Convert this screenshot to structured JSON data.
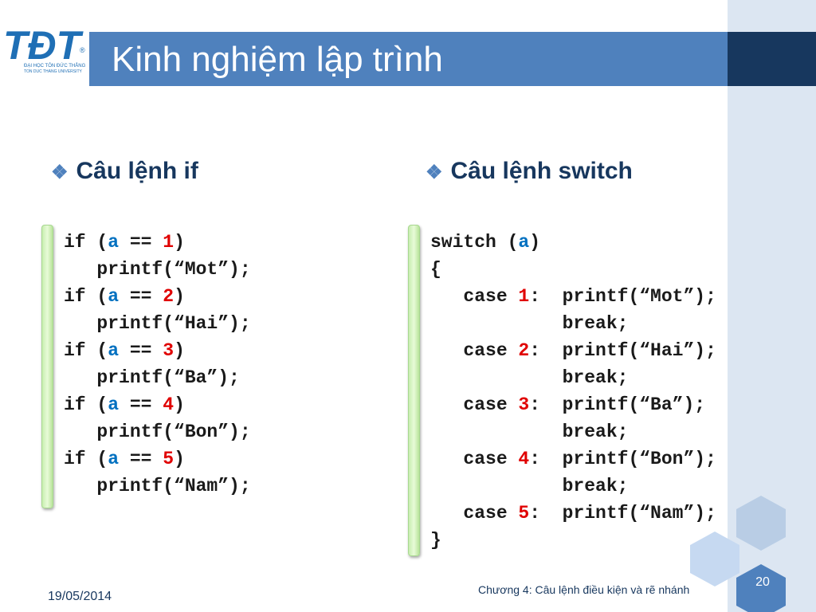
{
  "slide": {
    "title": "Kinh nghiệm lập trình",
    "logo_text": "TĐT",
    "logo_sub1": "ĐẠI HỌC TÔN ĐỨC THẮNG",
    "logo_sub2": "TON DUC THANG UNIVERSITY",
    "logo_mark": "®"
  },
  "left": {
    "heading": "Câu lệnh if",
    "bullet": "❖",
    "lines": [
      [
        {
          "t": "if ("
        },
        {
          "t": "a",
          "c": "v"
        },
        {
          "t": " == "
        },
        {
          "t": "1",
          "c": "n"
        },
        {
          "t": ")"
        }
      ],
      [
        {
          "t": "   printf(“Mot”);"
        }
      ],
      [
        {
          "t": "if ("
        },
        {
          "t": "a",
          "c": "v"
        },
        {
          "t": " == "
        },
        {
          "t": "2",
          "c": "n"
        },
        {
          "t": ")"
        }
      ],
      [
        {
          "t": "   printf(“Hai”);"
        }
      ],
      [
        {
          "t": "if ("
        },
        {
          "t": "a",
          "c": "v"
        },
        {
          "t": " == "
        },
        {
          "t": "3",
          "c": "n"
        },
        {
          "t": ")"
        }
      ],
      [
        {
          "t": "   printf(“Ba”);"
        }
      ],
      [
        {
          "t": "if ("
        },
        {
          "t": "a",
          "c": "v"
        },
        {
          "t": " == "
        },
        {
          "t": "4",
          "c": "n"
        },
        {
          "t": ")"
        }
      ],
      [
        {
          "t": "   printf(“Bon”);"
        }
      ],
      [
        {
          "t": "if ("
        },
        {
          "t": "a",
          "c": "v"
        },
        {
          "t": " == "
        },
        {
          "t": "5",
          "c": "n"
        },
        {
          "t": ")"
        }
      ],
      [
        {
          "t": "   printf(“Nam”);"
        }
      ]
    ]
  },
  "right": {
    "heading": "Câu lệnh switch",
    "bullet": "❖",
    "lines": [
      [
        {
          "t": "switch ("
        },
        {
          "t": "a",
          "c": "v"
        },
        {
          "t": ")"
        }
      ],
      [
        {
          "t": "{"
        }
      ],
      [
        {
          "t": "   case "
        },
        {
          "t": "1",
          "c": "n"
        },
        {
          "t": ":  printf(“Mot”);"
        }
      ],
      [
        {
          "t": "            break;"
        }
      ],
      [
        {
          "t": "   case "
        },
        {
          "t": "2",
          "c": "n"
        },
        {
          "t": ":  printf(“Hai”);"
        }
      ],
      [
        {
          "t": "            break;"
        }
      ],
      [
        {
          "t": "   case "
        },
        {
          "t": "3",
          "c": "n"
        },
        {
          "t": ":  printf(“Ba”);"
        }
      ],
      [
        {
          "t": "            break;"
        }
      ],
      [
        {
          "t": "   case "
        },
        {
          "t": "4",
          "c": "n"
        },
        {
          "t": ":  printf(“Bon”);"
        }
      ],
      [
        {
          "t": "            break;"
        }
      ],
      [
        {
          "t": "   case "
        },
        {
          "t": "5",
          "c": "n"
        },
        {
          "t": ":  printf(“Nam”);"
        }
      ],
      [
        {
          "t": "}"
        }
      ]
    ]
  },
  "footer": {
    "date": "19/05/2014",
    "chapter": "Chương 4: Câu lệnh điều kiện và rẽ nhánh",
    "page": "20"
  },
  "colors": {
    "title_bar": "#4f81bd",
    "heading": "#17375e",
    "variable": "#0070c0",
    "number": "#e00000"
  }
}
